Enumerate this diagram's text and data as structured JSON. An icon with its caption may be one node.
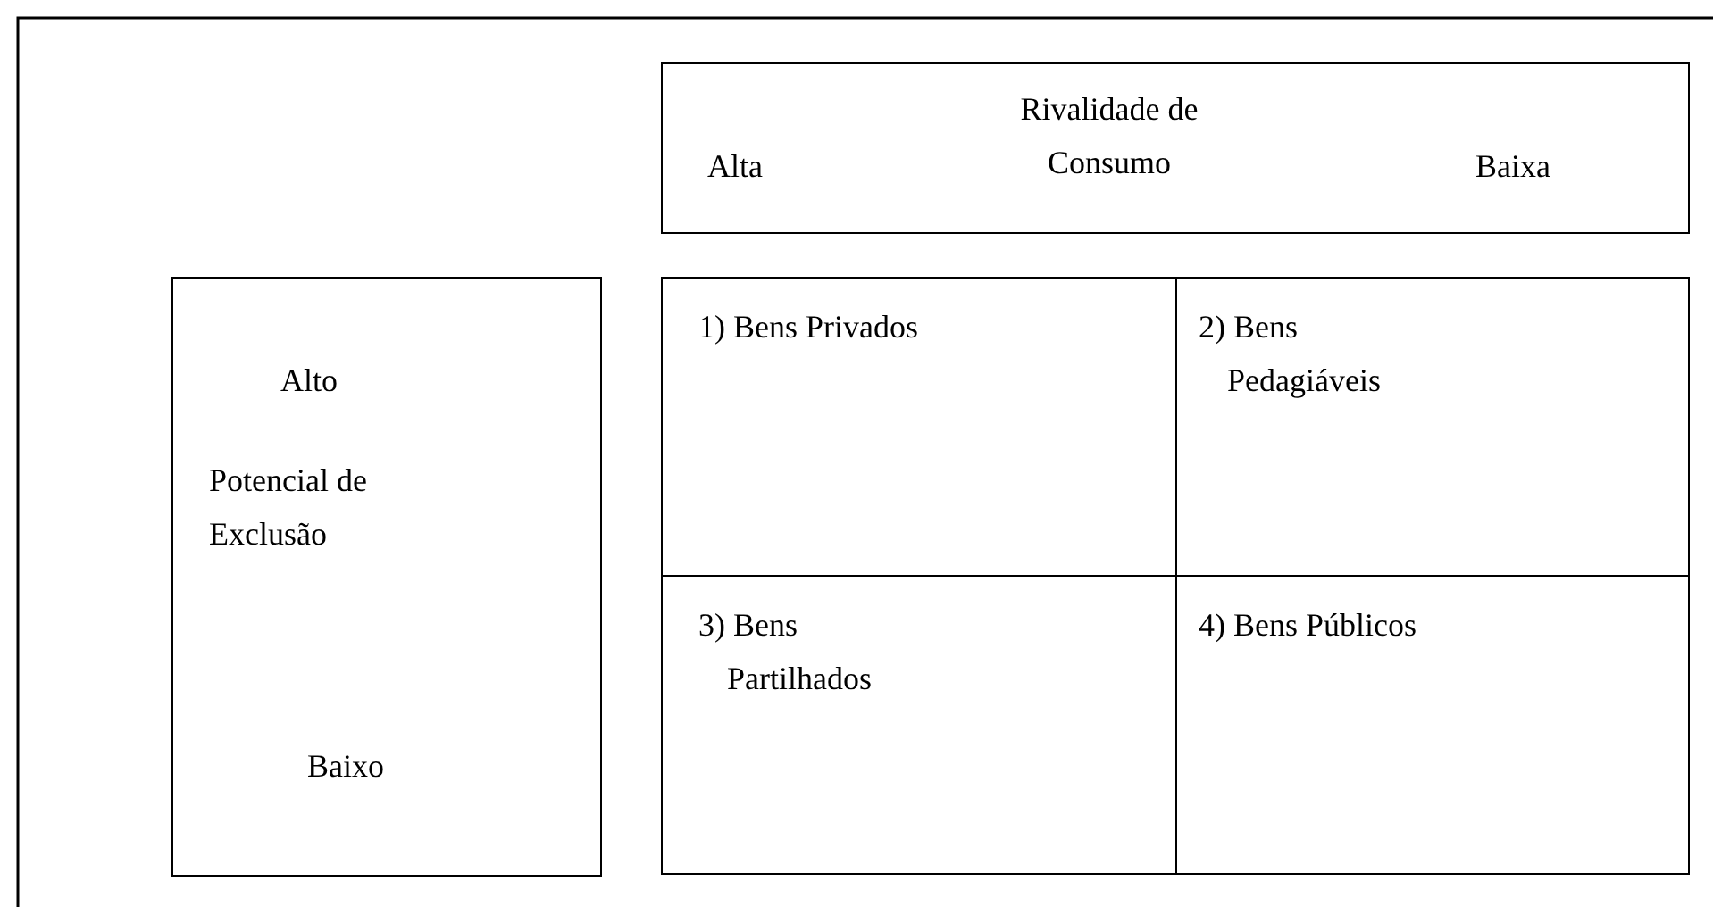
{
  "diagram": {
    "nodes": [
      {
        "text": [
          "Alta",
          "Rivalidade de Consumo",
          "Baixa"
        ]
      },
      {
        "text": [
          "Alto",
          "Potencial de Exclusão",
          "Baixo"
        ]
      },
      {
        "text": [
          "1) Bens Privados"
        ]
      },
      {
        "text": [
          "2) Bens Pedagiáveis"
        ]
      },
      {
        "text": [
          "3) Bens Partilhados"
        ]
      },
      {
        "text": [
          "4) Bens Públicos"
        ]
      }
    ],
    "edges": []
  }
}
